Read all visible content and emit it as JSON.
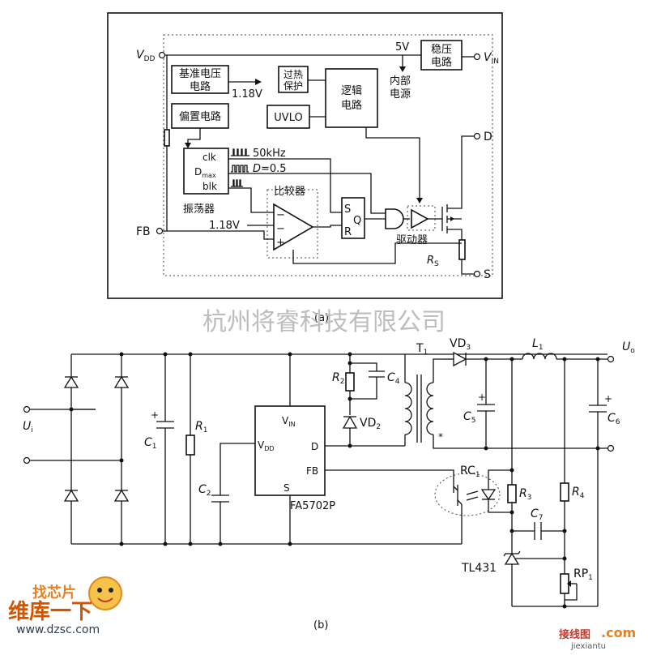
{
  "diagram_a": {
    "pins": {
      "vdd": "V",
      "vdd_sub": "DD",
      "vin": "V",
      "vin_sub": "IN",
      "d": "D",
      "fb": "FB",
      "s": "S"
    },
    "blocks": {
      "ref_voltage_l1": "基准电压",
      "ref_voltage_l2": "电路",
      "ref_out": "1.18V",
      "bias": "偏置电路",
      "over_temp_l1": "过热",
      "over_temp_l2": "保护",
      "uvlo": "UVLO",
      "logic_l1": "逻辑",
      "logic_l2": "电路",
      "regulator_l1": "稳压",
      "regulator_l2": "电路",
      "v5": "5V",
      "internal_supply_l1": "内部",
      "internal_supply_l2": "电源",
      "osc_clk": "clk",
      "osc_dmax": "D",
      "osc_dmax_sub": "max",
      "osc_blk": "blk",
      "osc_name": "振荡器",
      "freq": "50kHz",
      "duty_d": "D",
      "duty_val": "=0.5",
      "comparator": "比较器",
      "cmp_ref": "1.18V",
      "sr_s": "S",
      "sr_q": "Q",
      "sr_r": "R",
      "driver": "驱动器",
      "rs": "R",
      "rs_sub": "S"
    },
    "caption": "(a)"
  },
  "diagram_b": {
    "input": "U",
    "input_sub": "i",
    "output": "U",
    "output_sub": "o",
    "c1": "C",
    "c1_sub": "1",
    "r1": "R",
    "r1_sub": "1",
    "c2": "C",
    "c2_sub": "2",
    "ic_vin": "V",
    "ic_vin_sub": "IN",
    "ic_vdd": "V",
    "ic_vdd_sub": "DD",
    "ic_d": "D",
    "ic_fb": "FB",
    "ic_s": "S",
    "ic_name": "FA5702P",
    "r2": "R",
    "r2_sub": "2",
    "c4": "C",
    "c4_sub": "4",
    "vd2": "VD",
    "vd2_sub": "2",
    "t1": "T",
    "t1_sub": "1",
    "vd3": "VD",
    "vd3_sub": "3",
    "l1": "L",
    "l1_sub": "1",
    "c5": "C",
    "c5_sub": "5",
    "c6": "C",
    "c6_sub": "6",
    "rc1": "RC",
    "rc1_sub": "1",
    "r3": "R",
    "r3_sub": "3",
    "r4": "R",
    "r4_sub": "4",
    "c7": "C",
    "c7_sub": "7",
    "tl431": "TL431",
    "rp1": "RP",
    "rp1_sub": "1",
    "caption": "(b)"
  },
  "watermark": "杭州将睿科技有限公司",
  "logo": {
    "top": "找芯片",
    "main": "维库一下",
    "url": "www.dzsc.com"
  },
  "corner_logo": {
    "cn": "接线图",
    "url": "jiexiantu",
    "com": ".com"
  }
}
